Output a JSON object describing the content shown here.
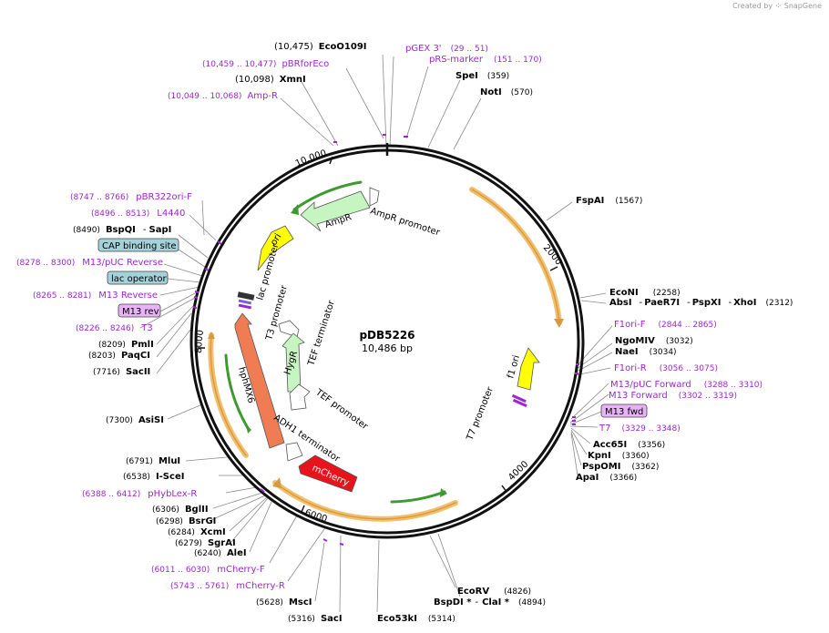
{
  "credit": {
    "prefix": "Created by",
    "brand": "SnapGene"
  },
  "plasmid": {
    "name": "pDB5226",
    "length_label": "10,486 bp"
  },
  "ticks": [
    "10,000",
    "2000",
    "4000",
    "6000",
    "8000"
  ],
  "features": {
    "ori": "ori",
    "ampr": "AmpR",
    "ampr_promoter": "AmpR promoter",
    "lac_promoter": "lac promoter",
    "t3_promoter": "T3 promoter",
    "tef_terminator": "TEF terminator",
    "hygr": "HygR",
    "tef_promoter": "TEF promoter",
    "hphmx6": "hphMX6",
    "adh1_terminator": "ADH1 terminator",
    "mcherry": "mCherry",
    "f1_ori": "f1 ori",
    "t7_promoter": "T7 promoter"
  },
  "sites": {
    "ecoo109i": {
      "name": "EcoO109I",
      "pos": "(10,475)"
    },
    "pgex3": {
      "name": "pGEX 3'",
      "pos": "(29 .. 51)"
    },
    "pbrforeco": {
      "name": "pBRforEco",
      "pos": "(10,459 .. 10,477)"
    },
    "prs_marker": {
      "name": "pRS-marker",
      "pos": "(151 .. 170)"
    },
    "xmni": {
      "name": "XmnI",
      "pos": "(10,098)"
    },
    "spei": {
      "name": "SpeI",
      "pos": "(359)"
    },
    "notI": {
      "name": "NotI",
      "pos": "(570)"
    },
    "amp_r": {
      "name": "Amp-R",
      "pos": "(10,049 .. 10,068)"
    },
    "fspai": {
      "name": "FspAI",
      "pos": "(1567)"
    },
    "pbr322ori_f": {
      "name": "pBR322ori-F",
      "pos": "(8747 .. 8766)"
    },
    "l4440": {
      "name": "L4440",
      "pos": "(8496 .. 8513)"
    },
    "bspqi": {
      "name": "BspQI",
      "sep": "-",
      "name2": "SapI",
      "pos": "(8490)"
    },
    "cap": {
      "name": "CAP binding site"
    },
    "m13puc_rev": {
      "name": "M13/pUC Reverse",
      "pos": "(8278 .. 8300)"
    },
    "lac_operator": {
      "name": "lac operator"
    },
    "m13_reverse": {
      "name": "M13 Reverse",
      "pos": "(8265 .. 8281)"
    },
    "m13_rev": {
      "name": "M13 rev"
    },
    "t3": {
      "name": "T3",
      "pos": "(8226 .. 8246)"
    },
    "pmli": {
      "name": "PmlI",
      "pos": "(8209)"
    },
    "paqci": {
      "name": "PaqCI",
      "pos": "(8203)"
    },
    "sacii": {
      "name": "SacII",
      "pos": "(7716)"
    },
    "econi": {
      "name": "EcoNI",
      "pos": "(2258)"
    },
    "absi": {
      "name": "AbsI",
      "sep1": "-",
      "name2": "PaeR7I",
      "sep2": "-",
      "name3": "PspXI",
      "sep3": "-",
      "name4": "XhoI",
      "pos": "(2312)"
    },
    "f1ori_f": {
      "name": "F1ori-F",
      "pos": "(2844 .. 2865)"
    },
    "ngomiv": {
      "name": "NgoMIV",
      "pos": "(3032)"
    },
    "naei": {
      "name": "NaeI",
      "pos": "(3034)"
    },
    "f1ori_r": {
      "name": "F1ori-R",
      "pos": "(3056 .. 3075)"
    },
    "m13puc_fwd": {
      "name": "M13/pUC Forward",
      "pos": "(3288 .. 3310)"
    },
    "m13_forward": {
      "name": "M13 Forward",
      "pos": "(3302 .. 3319)"
    },
    "m13_fwd": {
      "name": "M13 fwd"
    },
    "t7": {
      "name": "T7",
      "pos": "(3329 .. 3348)"
    },
    "acc65i": {
      "name": "Acc65I",
      "pos": "(3356)"
    },
    "kpni": {
      "name": "KpnI",
      "pos": "(3360)"
    },
    "pspomi": {
      "name": "PspOMI",
      "pos": "(3362)"
    },
    "apai": {
      "name": "ApaI",
      "pos": "(3366)"
    },
    "asisi": {
      "name": "AsiSI",
      "pos": "(7300)"
    },
    "mlui": {
      "name": "MluI",
      "pos": "(6791)"
    },
    "i_scei": {
      "name": "I-SceI",
      "pos": "(6538)"
    },
    "phyblex_r": {
      "name": "pHybLex-R",
      "pos": "(6388 .. 6412)"
    },
    "bglii": {
      "name": "BglII",
      "pos": "(6306)"
    },
    "bsrgi": {
      "name": "BsrGI",
      "pos": "(6298)"
    },
    "xcmi": {
      "name": "XcmI",
      "pos": "(6284)"
    },
    "sgrai": {
      "name": "SgrAI",
      "pos": "(6279)"
    },
    "alei": {
      "name": "AleI",
      "pos": "(6240)"
    },
    "mcherry_f": {
      "name": "mCherry-F",
      "pos": "(6011 .. 6030)"
    },
    "mcherry_r": {
      "name": "mCherry-R",
      "pos": "(5743 .. 5761)"
    },
    "msci": {
      "name": "MscI",
      "pos": "(5628)"
    },
    "saci": {
      "name": "SacI",
      "pos": "(5316)"
    },
    "eco53ki": {
      "name": "Eco53kI",
      "pos": "(5314)"
    },
    "ecorv": {
      "name": "EcoRV",
      "pos": "(4826)"
    },
    "bspdi": {
      "name": "BspDI *",
      "sep": "-",
      "name2": "ClaI *",
      "pos": "(4894)"
    }
  },
  "colors": {
    "backbone": "#111111",
    "label": "#000000",
    "primer": "#9b27d1",
    "number": "#333333",
    "orf_orange": "#f4be6a",
    "orf_green": "#3d9a2f",
    "ori_yellow": "#ffff00",
    "promoter_green": "#c6f5c1",
    "hph_orange": "#f07c54",
    "mcherry_red": "#e8131b",
    "box_blue": "#a4d2db",
    "box_purple": "#e8b3f6"
  }
}
